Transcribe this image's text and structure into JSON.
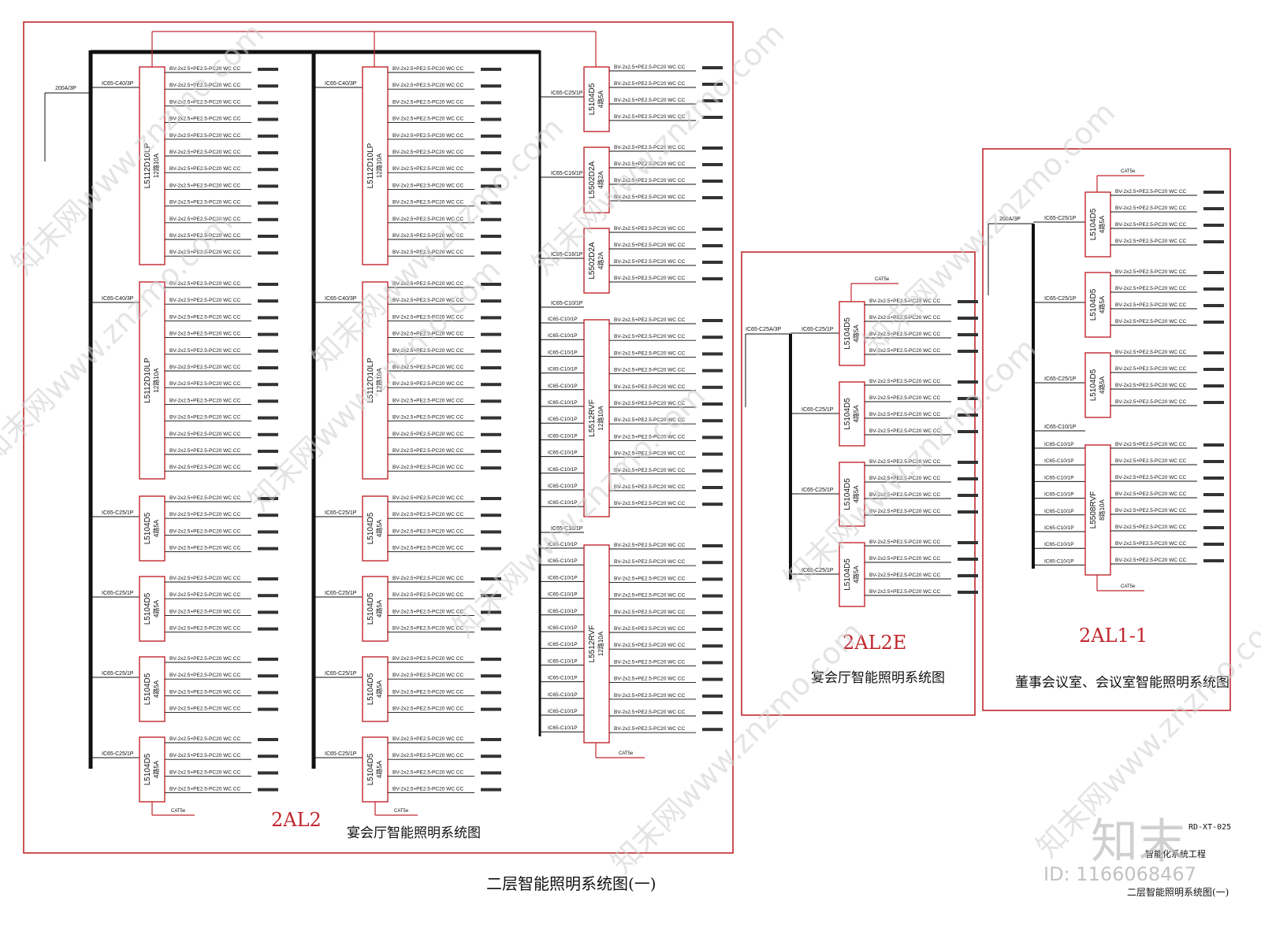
{
  "drawing": {
    "main_title": "二层智能照明系统图(一)",
    "drawing_no": "RD-XT-025",
    "footer_small": "二层智能照明系统图(一)",
    "company": "智能化系统工程",
    "watermark_site": "znzmo.com",
    "watermark_cn": "知末网www.znzmo.com",
    "brand": "知末",
    "image_id": "ID: 1166068467"
  },
  "labels": {
    "circuit": "BV-2x2.5+PE2.5-PC20 WC CC",
    "cat5e": "CAT5e",
    "main_breaker": "200A/3P",
    "main_breaker_e": "IC65-C25A/3P"
  },
  "panels": {
    "p2al2": {
      "code": "2AL2",
      "subtitle": "宴会厅智能照明系统图",
      "col1_modules": [
        {
          "model": "L5112D10LP",
          "rating": "12路10A",
          "breaker": "IC65-C40/3P",
          "outputs": 12
        },
        {
          "model": "L5112D10LP",
          "rating": "12路10A",
          "breaker": "IC65-C40/3P",
          "outputs": 12
        },
        {
          "model": "L5104D5",
          "rating": "4路5A",
          "breaker": "IC65-C25/1P",
          "outputs": 4
        },
        {
          "model": "L5104D5",
          "rating": "4路5A",
          "breaker": "IC65-C25/1P",
          "outputs": 4
        },
        {
          "model": "L5104D5",
          "rating": "4路5A",
          "breaker": "IC65-C25/1P",
          "outputs": 4
        },
        {
          "model": "L5104D5",
          "rating": "4路5A",
          "breaker": "IC65-C25/1P",
          "outputs": 4
        }
      ],
      "col3_modules": [
        {
          "model": "L5104D5",
          "rating": "4路5A",
          "breaker": "IC65-C25/1P",
          "outputs": 4
        },
        {
          "model": "L5502D2A",
          "rating": "4路2A",
          "breaker": "IC65-C16/1P",
          "outputs": 4
        },
        {
          "model": "L5502D2A",
          "rating": "4路2A",
          "breaker": "IC65-C16/1P",
          "outputs": 4
        },
        {
          "model": "L5512RVF",
          "rating": "12路10A",
          "breaker": "IC65-C10/1P",
          "outputs": 12
        },
        {
          "model": "L5512RVF",
          "rating": "12路10A",
          "breaker": "IC65-C10/1P",
          "outputs": 12
        }
      ]
    },
    "p2al2e": {
      "code": "2AL2E",
      "subtitle": "宴会厅智能照明系统图",
      "modules": [
        {
          "model": "L5104D5",
          "rating": "4路5A",
          "breaker": "IC65-C25/1P",
          "outputs": 4
        },
        {
          "model": "L5104D5",
          "rating": "4路5A",
          "breaker": "IC65-C25/1P",
          "outputs": 4
        },
        {
          "model": "L5104D5",
          "rating": "4路5A",
          "breaker": "IC65-C25/1P",
          "outputs": 4
        },
        {
          "model": "L5104D5",
          "rating": "4路5A",
          "breaker": "IC65-C25/1P",
          "outputs": 4
        }
      ]
    },
    "p2al11": {
      "code": "2AL1-1",
      "subtitle": "董事会议室、会议室智能照明系统图",
      "modules": [
        {
          "model": "L5104D5",
          "rating": "4路5A",
          "breaker": "IC65-C25/1P",
          "outputs": 4
        },
        {
          "model": "L5104D5",
          "rating": "4路5A",
          "breaker": "IC65-C25/1P",
          "outputs": 4
        },
        {
          "model": "L5104D5",
          "rating": "4路5A",
          "breaker": "IC65-C25/1P",
          "outputs": 4
        },
        {
          "model": "L5508RVF",
          "rating": "8路10A",
          "breaker": "IC65-C10/1P",
          "outputs": 8
        }
      ]
    }
  },
  "colors": {
    "frame": "#c0272d",
    "line": "#111111",
    "watermark": "#cfcfcf"
  }
}
